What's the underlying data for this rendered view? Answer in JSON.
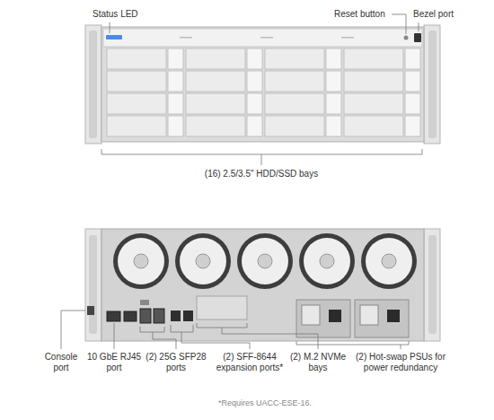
{
  "diagram": {
    "labels": [
      "Status LED",
      "Reset button",
      "Bezel port",
      "(16) 2.5/3.5\" HDD/SSD bays",
      "Console port",
      "10 GbE RJ45 port",
      "(2) 25G SFP28 ports",
      "(2) SFF-8644 expansion ports*",
      "(2) M.2 NVMe bays",
      "(2) Hot-swap PSUs for power redundancy",
      "*Requires UACC-ESE-16."
    ]
  }
}
